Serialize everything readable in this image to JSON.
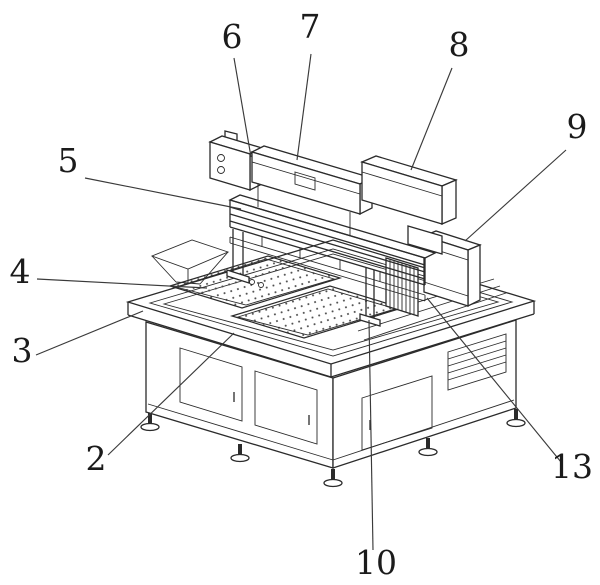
{
  "figure": {
    "kind": "patent-line-drawing",
    "subject": "isometric technical drawing of an industrial flatbed gantry machine",
    "background_color": "#ffffff",
    "line_color": "#2b2b2b",
    "label_color": "#1b1b1b",
    "labels": [
      {
        "id": "2",
        "text": "2"
      },
      {
        "id": "3",
        "text": "3"
      },
      {
        "id": "4",
        "text": "4"
      },
      {
        "id": "5",
        "text": "5"
      },
      {
        "id": "6",
        "text": "6"
      },
      {
        "id": "7",
        "text": "7"
      },
      {
        "id": "8",
        "text": "8"
      },
      {
        "id": "9",
        "text": "9"
      },
      {
        "id": "10",
        "text": "10"
      },
      {
        "id": "13",
        "text": "13"
      }
    ]
  }
}
